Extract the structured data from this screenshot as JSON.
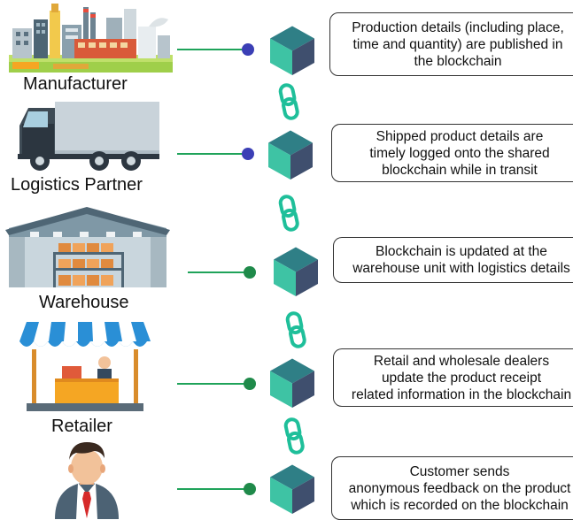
{
  "colors": {
    "connector_line": "#1fa35a",
    "dot_blue": "#3b3fb5",
    "dot_green": "#1f8a4a",
    "chain": "#1fbf9a",
    "cube_top": "#2f7f86",
    "cube_left": "#3ec3a4",
    "cube_right": "#3f4f6e"
  },
  "icons": [
    "factory-icon",
    "truck-icon",
    "warehouse-icon",
    "market-stall-icon",
    "businessman-icon",
    "blockchain-cube-icon",
    "chain-link-icon"
  ],
  "stages": [
    {
      "actor": "Manufacturer",
      "description": "Production details (including place,\ntime and quantity) are published in\nthe blockchain"
    },
    {
      "actor": "Logistics Partner",
      "description": "Shipped product  details are\ntimely logged onto the shared\nblockchain while in transit"
    },
    {
      "actor": "Warehouse",
      "description": "Blockchain is updated at the\nwarehouse unit with logistics details"
    },
    {
      "actor": "Retailer",
      "description": "Retail and wholesale dealers\nupdate the product receipt\nrelated information in the blockchain"
    },
    {
      "actor": "",
      "description": "Customer sends\nanonymous feedback on the product\nwhich is recorded on the blockchain"
    }
  ]
}
